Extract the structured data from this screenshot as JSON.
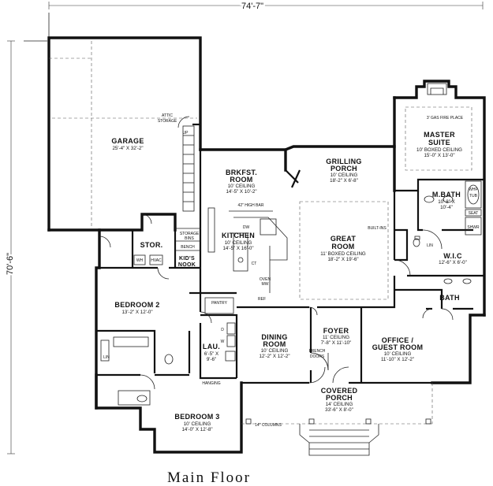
{
  "title": "Main Floor",
  "dimensions": {
    "width": "74'-7\"",
    "depth": "70'-6\""
  },
  "rooms": {
    "garage": {
      "name": "GARAGE",
      "size": "25'-4\" X 32'-2\""
    },
    "master": {
      "line1": "MASTER",
      "line2": "SUITE",
      "ceiling": "10' BOXED CEILING",
      "size": "15'-0\" X 13'-0\""
    },
    "brkfst": {
      "line1": "BRKFST.",
      "line2": "ROOM",
      "ceiling": "10' CEILING",
      "size": "14'-5\" X 10'-2\""
    },
    "grilling": {
      "line1": "GRILLING",
      "line2": "PORCH",
      "ceiling": "10' CEILING",
      "size": "18'-2\" X 6'-8\""
    },
    "mbath": {
      "name": "M.BATH",
      "size1": "10'-8\" X",
      "size2": "10'-4\""
    },
    "kitchen": {
      "name": "KITCHEN",
      "ceiling": "10' CEILING",
      "size": "14'-5\" X 16'-0\""
    },
    "great": {
      "line1": "GREAT",
      "line2": "ROOM",
      "ceiling": "11' BOXED CEILING",
      "size": "18'-2\" X 19'-6\""
    },
    "stor": {
      "name": "STOR."
    },
    "kids": {
      "line1": "KID'S",
      "line2": "NOOK"
    },
    "wic": {
      "name": "W.I.C",
      "size": "12'-6\" X 6'-0\""
    },
    "bedroom2": {
      "name": "BEDROOM 2",
      "size": "13'-2\" X 12'-0\""
    },
    "bath": {
      "name": "BATH"
    },
    "dining": {
      "line1": "DINING",
      "line2": "ROOM",
      "ceiling": "10' CEILING",
      "size": "12'-2\" X 12'-2\""
    },
    "foyer": {
      "name": "FOYER",
      "ceiling": "11' CEILING",
      "size": "7'-8\" X 11'-10\""
    },
    "office": {
      "line1": "OFFICE /",
      "line2": "GUEST ROOM",
      "ceiling": "10' CEILING",
      "size": "11'-10\" X 12'-2\""
    },
    "lau": {
      "name": "LAU.",
      "size1": "6'-5\" X",
      "size2": "9'-6\""
    },
    "porch": {
      "line1": "COVERED",
      "line2": "PORCH",
      "ceiling": "14' CEILING",
      "size": "33'-6\" X 8'-0\""
    },
    "bedroom3": {
      "name": "BEDROOM 3",
      "ceiling": "10' CEILING",
      "size": "14'-0\" X 12'-8\""
    }
  },
  "fixtures": {
    "fireplace": "3' GAS FIRE PLACE",
    "attic1": "ATTIC",
    "attic2": "STORAGE",
    "up": "UP",
    "storage1": "STORAGE",
    "storage2": "BINS",
    "bench": "BENCH",
    "wh": "WH",
    "hvac": "HVAC",
    "highbar": "42\" HIGH BAR",
    "dw": "DW",
    "ct": "CT",
    "oven": "OVEN",
    "mw": "MW",
    "ref": "REF",
    "builtins": "BUILT-INS",
    "whp": "WHP",
    "tub": "TUB",
    "seat": "SEAT",
    "shwr": "SHWR",
    "lin1": "LIN",
    "lin2": "LIN",
    "pantry": "PANTRY",
    "french1": "FRENCH",
    "french2": "DOORS",
    "hanging": "HANGING",
    "columns": "14\" COLUMNS",
    "dryer": "D",
    "washer": "W"
  }
}
